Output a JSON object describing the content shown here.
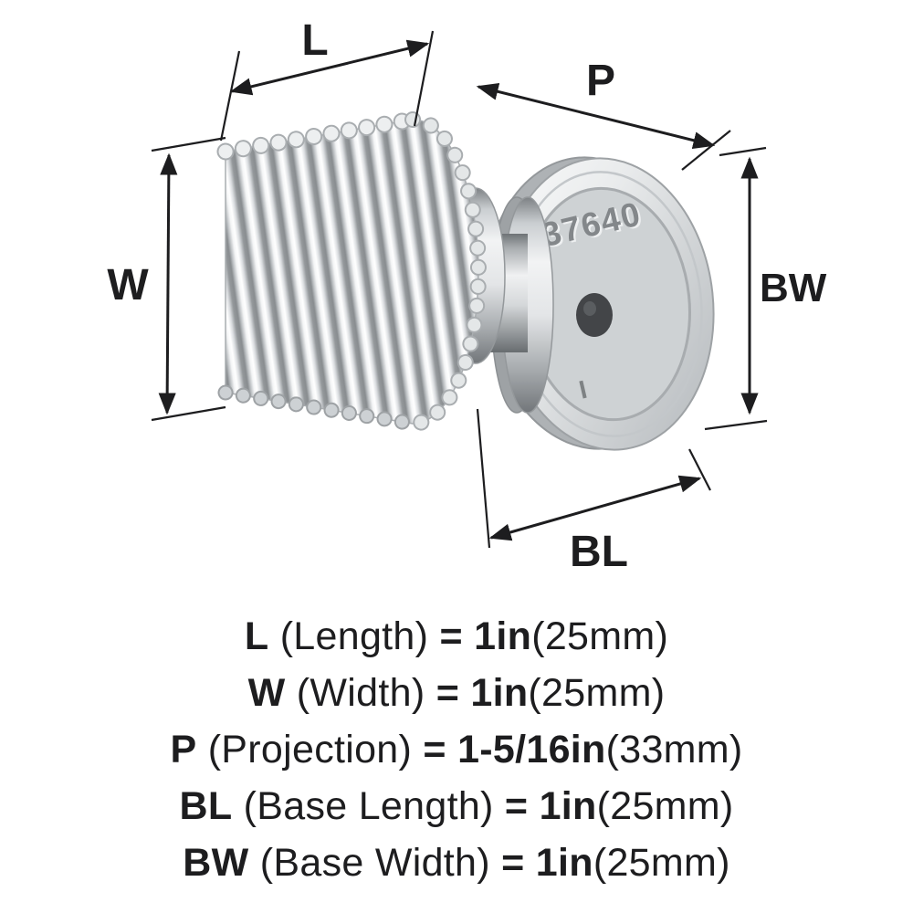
{
  "illustration": {
    "part_number": "37640",
    "stamp_mark": "I"
  },
  "dimension_labels": {
    "length": "L",
    "projection": "P",
    "width": "W",
    "base_width": "BW",
    "base_length": "BL"
  },
  "specs": [
    {
      "symbol": "L",
      "name": "(Length)",
      "equals": "=",
      "value": "1in",
      "metric": "(25mm)"
    },
    {
      "symbol": "W",
      "name": "(Width)",
      "equals": "=",
      "value": "1in",
      "metric": "(25mm)"
    },
    {
      "symbol": "P",
      "name": "(Projection)",
      "equals": "=",
      "value": "1-5/16in",
      "metric": "(33mm)"
    },
    {
      "symbol": "BL",
      "name": "(Base Length)",
      "equals": "=",
      "value": "1in",
      "metric": "(25mm)"
    },
    {
      "symbol": "BW",
      "name": "(Base Width)",
      "equals": "=",
      "value": "1in",
      "metric": "(25mm)"
    }
  ],
  "colors": {
    "line": "#1d1d1f",
    "text": "#1d1d1f",
    "metal_light": "#f6f7f8",
    "metal_mid": "#c9cdd0",
    "metal_dark": "#83878a",
    "hole": "#434548",
    "background": "#ffffff"
  }
}
